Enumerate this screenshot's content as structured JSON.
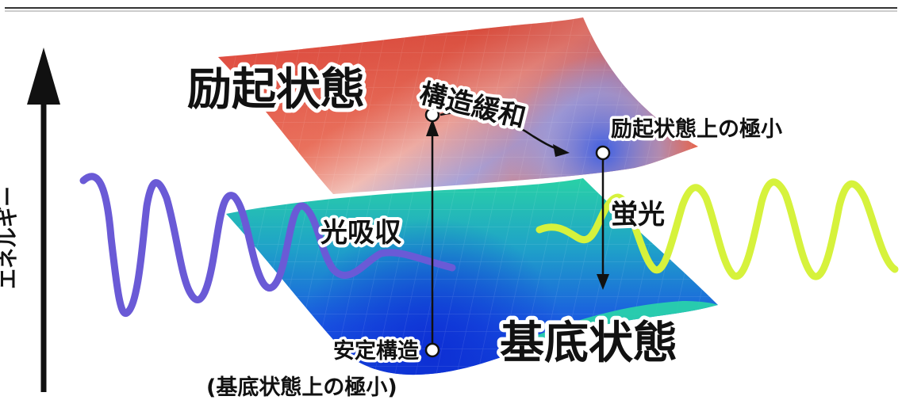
{
  "axis": {
    "label": "エネルギー"
  },
  "surfaces": {
    "excited": {
      "label": "励起状態"
    },
    "ground": {
      "label": "基底状態"
    }
  },
  "processes": {
    "relaxation": "構造緩和",
    "absorption": "光吸収",
    "fluorescence": "蛍光"
  },
  "points": {
    "excited_minimum": "励起状態上の極小",
    "stable_structure": "安定構造",
    "stable_structure_note": "(基底状態上の極小)"
  },
  "colors": {
    "absorbed_wave": "#6a5ad6",
    "emitted_wave": "#d6f23c",
    "excited_surface_high": "#e0524a",
    "excited_surface_low": "#8fa2ee",
    "ground_surface_rim": "#2ad6a8",
    "ground_surface_well": "#1a4fe0",
    "arrow": "#111111"
  }
}
